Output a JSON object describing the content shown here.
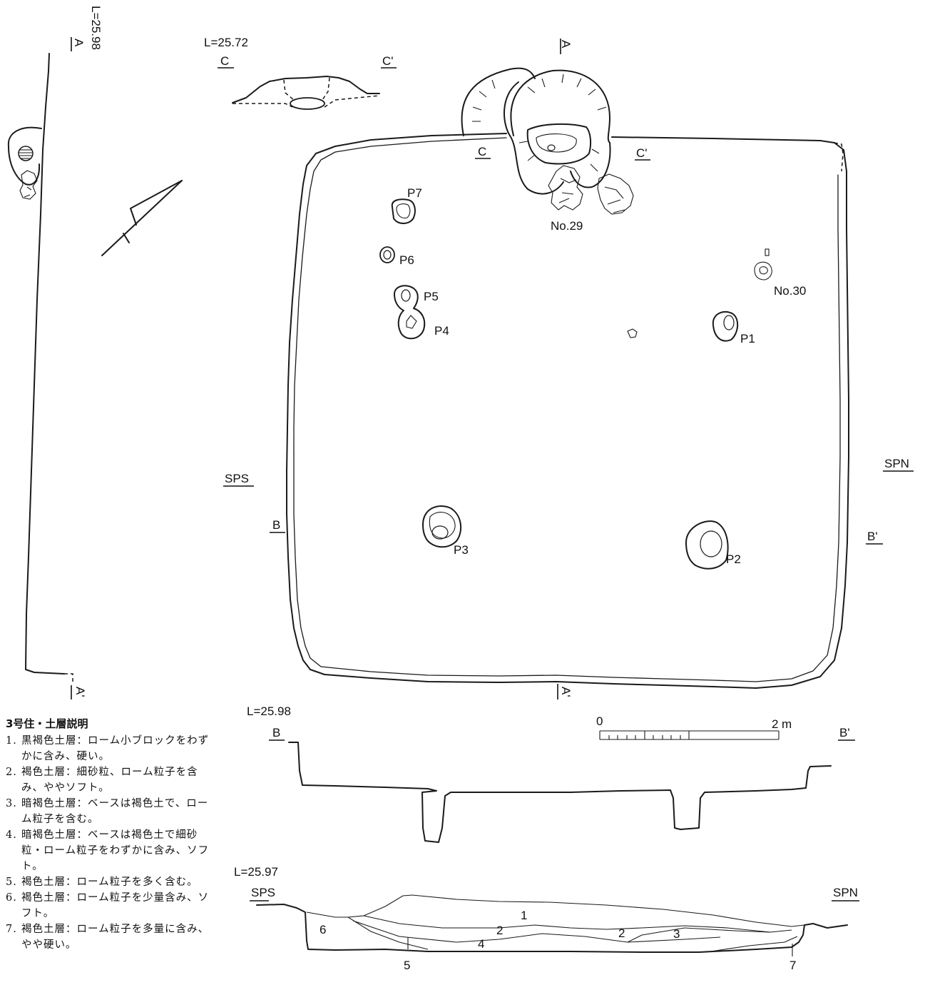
{
  "elevations": {
    "a_section": "L=25.98",
    "c_section": "L=25.72",
    "b_section": "L=25.98",
    "sp_section": "L=25.97"
  },
  "section_markers": {
    "a": "A",
    "a_prime": "A'",
    "b": "B",
    "b_prime": "B'",
    "c": "C",
    "c_prime": "C'",
    "sps": "SPS",
    "spn": "SPN"
  },
  "pits": [
    "P1",
    "P2",
    "P3",
    "P4",
    "P5",
    "P6",
    "P7"
  ],
  "finds": [
    "No.29",
    "No.30"
  ],
  "scale": {
    "zero": "0",
    "max": "2",
    "unit": "m"
  },
  "layer_numbers": [
    "1",
    "2",
    "2",
    "3",
    "4",
    "5",
    "6",
    "7"
  ],
  "legend": {
    "title": "3号住・土層説明",
    "items": [
      {
        "num": "1.",
        "text": "黒褐色土層：ローム小ブロックをわずかに含み、硬い。"
      },
      {
        "num": "2.",
        "text": "褐色土層：細砂粒、ローム粒子を含み、ややソフト。"
      },
      {
        "num": "3.",
        "text": "暗褐色土層：ベースは褐色土で、ローム粒子を含む。"
      },
      {
        "num": "4.",
        "text": "暗褐色土層：ベースは褐色土で細砂粒・ローム粒子をわずかに含み、ソフト。"
      },
      {
        "num": "5.",
        "text": "褐色土層：ローム粒子を多く含む。"
      },
      {
        "num": "6.",
        "text": "褐色土層：ローム粒子を少量含み、ソフト。"
      },
      {
        "num": "7.",
        "text": "褐色土層：ローム粒子を多量に含み、やや硬い。"
      }
    ]
  },
  "colors": {
    "ink": "#1a1a1a",
    "paper": "#ffffff"
  }
}
